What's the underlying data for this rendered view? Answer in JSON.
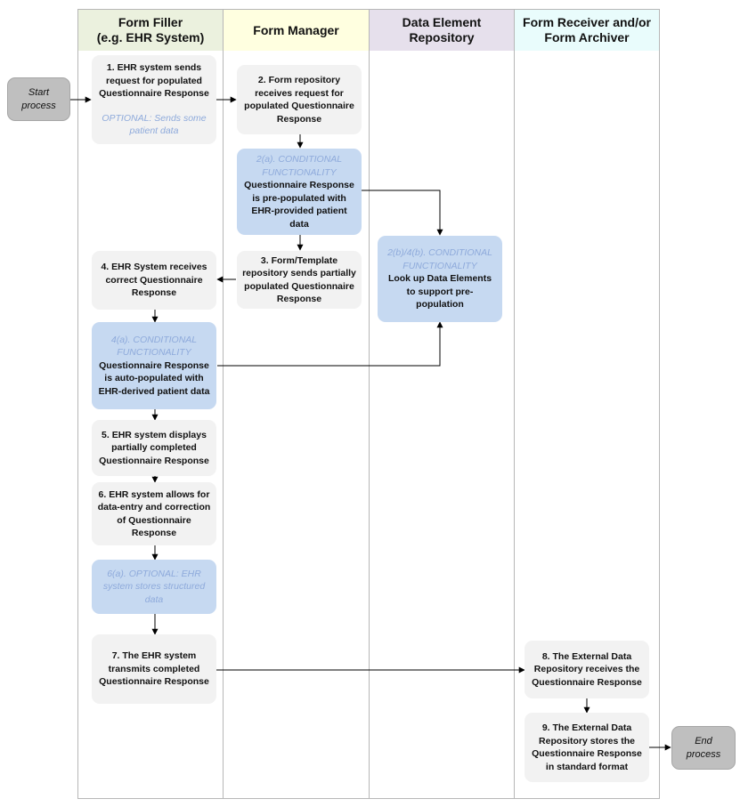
{
  "lanes": {
    "filler": {
      "title": "Form Filler",
      "subtitle": "(e.g. EHR System)"
    },
    "manager": {
      "title": "Form Manager"
    },
    "repository": {
      "title": "Data Element",
      "subtitle": "Repository"
    },
    "receiver": {
      "title": "Form Receiver and/or",
      "subtitle": "Form Archiver"
    }
  },
  "colors": {
    "filler_header": "#ebf1de",
    "manager_header": "#ffffe0",
    "repository_header": "#e6e0ec",
    "receiver_header": "#e9fcfc",
    "step_box": "#f2f2f2",
    "conditional_box": "#c6d9f1",
    "optional_text": "#8eaadb",
    "terminator": "#bfbfbf"
  },
  "terminators": {
    "start": "Start process",
    "end": "End process"
  },
  "steps": {
    "s1": {
      "text": "1. EHR system sends request for populated Questionnaire Response",
      "optional": "OPTIONAL: Sends some patient data"
    },
    "s2": {
      "text": "2. Form repository receives request for populated Questionnaire Response"
    },
    "s2a": {
      "label": "2(a). CONDITIONAL FUNCTIONALITY",
      "text": "Questionnaire Response is pre-populated with EHR-provided patient data"
    },
    "s3": {
      "text": "3. Form/Template repository sends partially populated Questionnaire Response"
    },
    "s2b4b": {
      "label": "2(b)/4(b). CONDITIONAL FUNCTIONALITY",
      "text": "Look up Data Elements to support pre-population"
    },
    "s4": {
      "text": "4. EHR System receives correct Questionnaire Response"
    },
    "s4a": {
      "label": "4(a). CONDITIONAL FUNCTIONALITY",
      "text": "Questionnaire Response is auto-populated with EHR-derived patient data"
    },
    "s5": {
      "text": "5. EHR system displays partially completed Questionnaire Response"
    },
    "s6": {
      "text": "6. EHR system allows for data-entry and correction of Questionnaire Response"
    },
    "s6a": {
      "label": "6(a). OPTIONAL: EHR system stores structured data"
    },
    "s7": {
      "text": "7. The EHR system transmits completed Questionnaire Response"
    },
    "s8": {
      "text": "8. The External Data Repository receives the Questionnaire Response"
    },
    "s9": {
      "text": "9. The External Data Repository stores the Questionnaire Response in standard format"
    }
  }
}
